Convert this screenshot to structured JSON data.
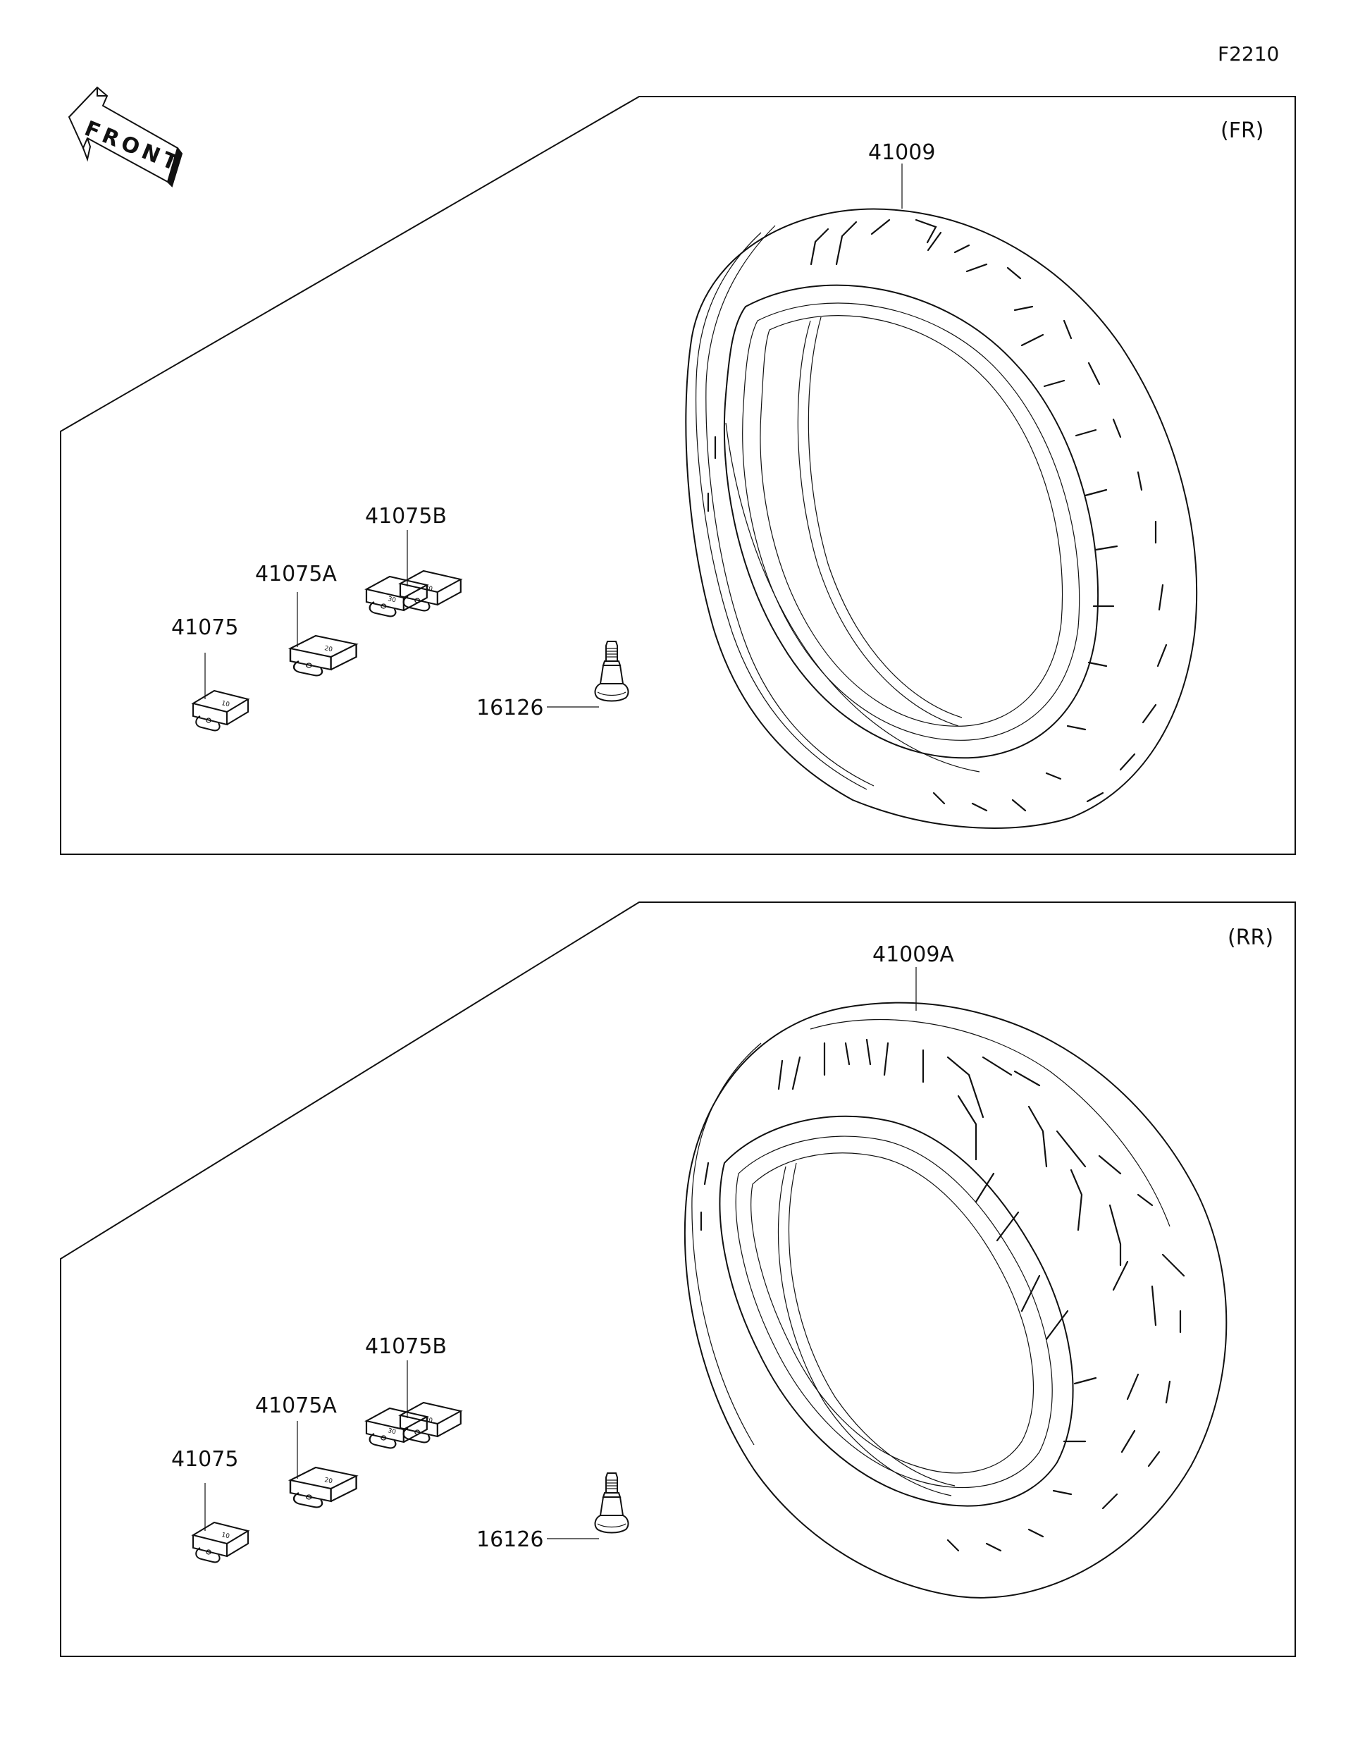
{
  "diagram": {
    "code": "F2210",
    "front_arrow_text": "FRONT",
    "panels": [
      {
        "id": "front",
        "tag": "(FR)",
        "labels": {
          "tire": "41009",
          "weight_b": "41075B",
          "weight_a": "41075A",
          "weight": "41075",
          "valve": "16126"
        },
        "weight_marks": {
          "weight": "10",
          "weight_a": "20",
          "weight_b": "30"
        }
      },
      {
        "id": "rear",
        "tag": "(RR)",
        "labels": {
          "tire": "41009A",
          "weight_b": "41075B",
          "weight_a": "41075A",
          "weight": "41075",
          "valve": "16126"
        },
        "weight_marks": {
          "weight": "10",
          "weight_a": "20",
          "weight_b": "30"
        }
      }
    ]
  }
}
